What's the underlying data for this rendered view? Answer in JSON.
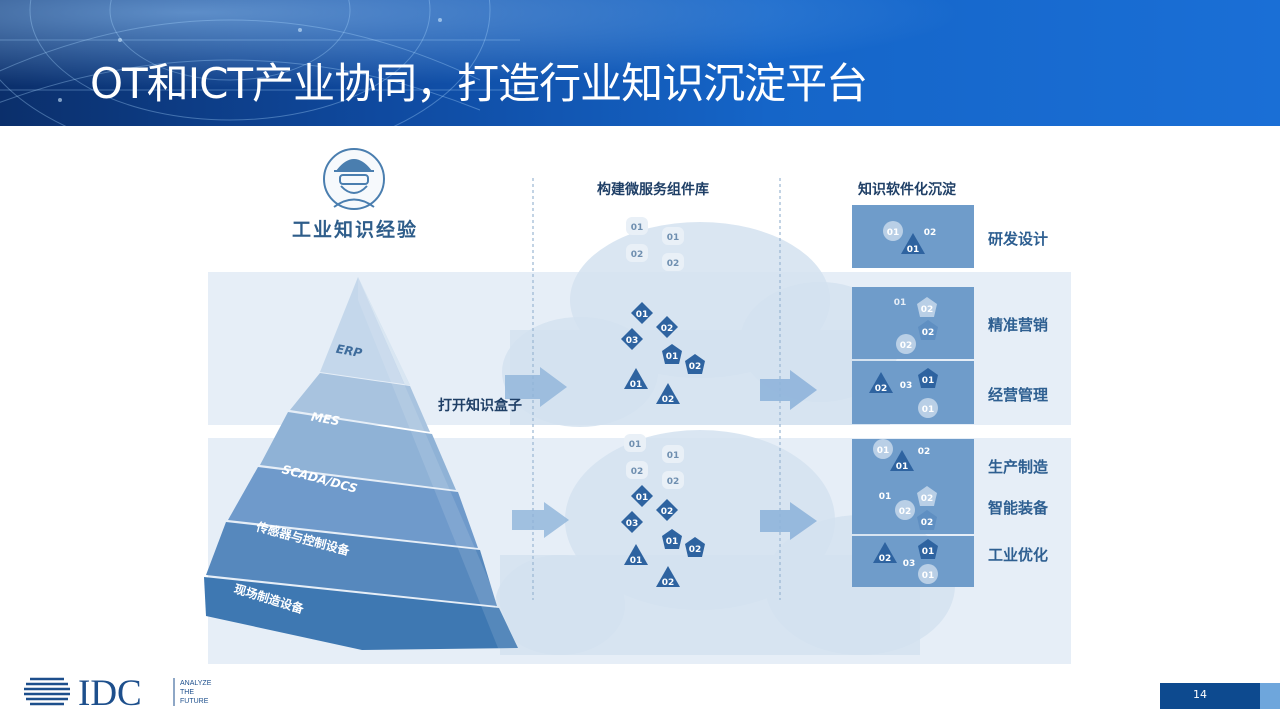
{
  "header": {
    "title": "OT和ICT产业协同，打造行业知识沉淀平台"
  },
  "knowledge": {
    "label": "工业知识经验"
  },
  "pyramid": {
    "levels": [
      "ERP",
      "MES",
      "SCADA/DCS",
      "传感器与控制设备",
      "现场制造设备"
    ]
  },
  "open_box_label": "打开知识盒子",
  "columns": {
    "microservices": "构建微服务组件库",
    "software": "知识软件化沉淀"
  },
  "badges": {
    "b01": "01",
    "b02": "02",
    "b03": "03"
  },
  "domains": [
    "研发设计",
    "精准营销",
    "经营管理",
    "生产制造",
    "智能装备",
    "工业优化"
  ],
  "footer": {
    "logo_text": "IDC",
    "tagline": [
      "ANALYZE",
      "THE",
      "FUTURE"
    ],
    "page_number": "14"
  },
  "colors": {
    "header_blue": "#1565c8",
    "pyramid_top": "#bcd3ea",
    "pyramid_bottom": "#3e78b2",
    "band": "#e6eef7",
    "cloud": "#d4e3f1",
    "module_box": "#6f9cca",
    "badge_dark": "#2e63a0",
    "badge_light": "#b9cfe6"
  }
}
